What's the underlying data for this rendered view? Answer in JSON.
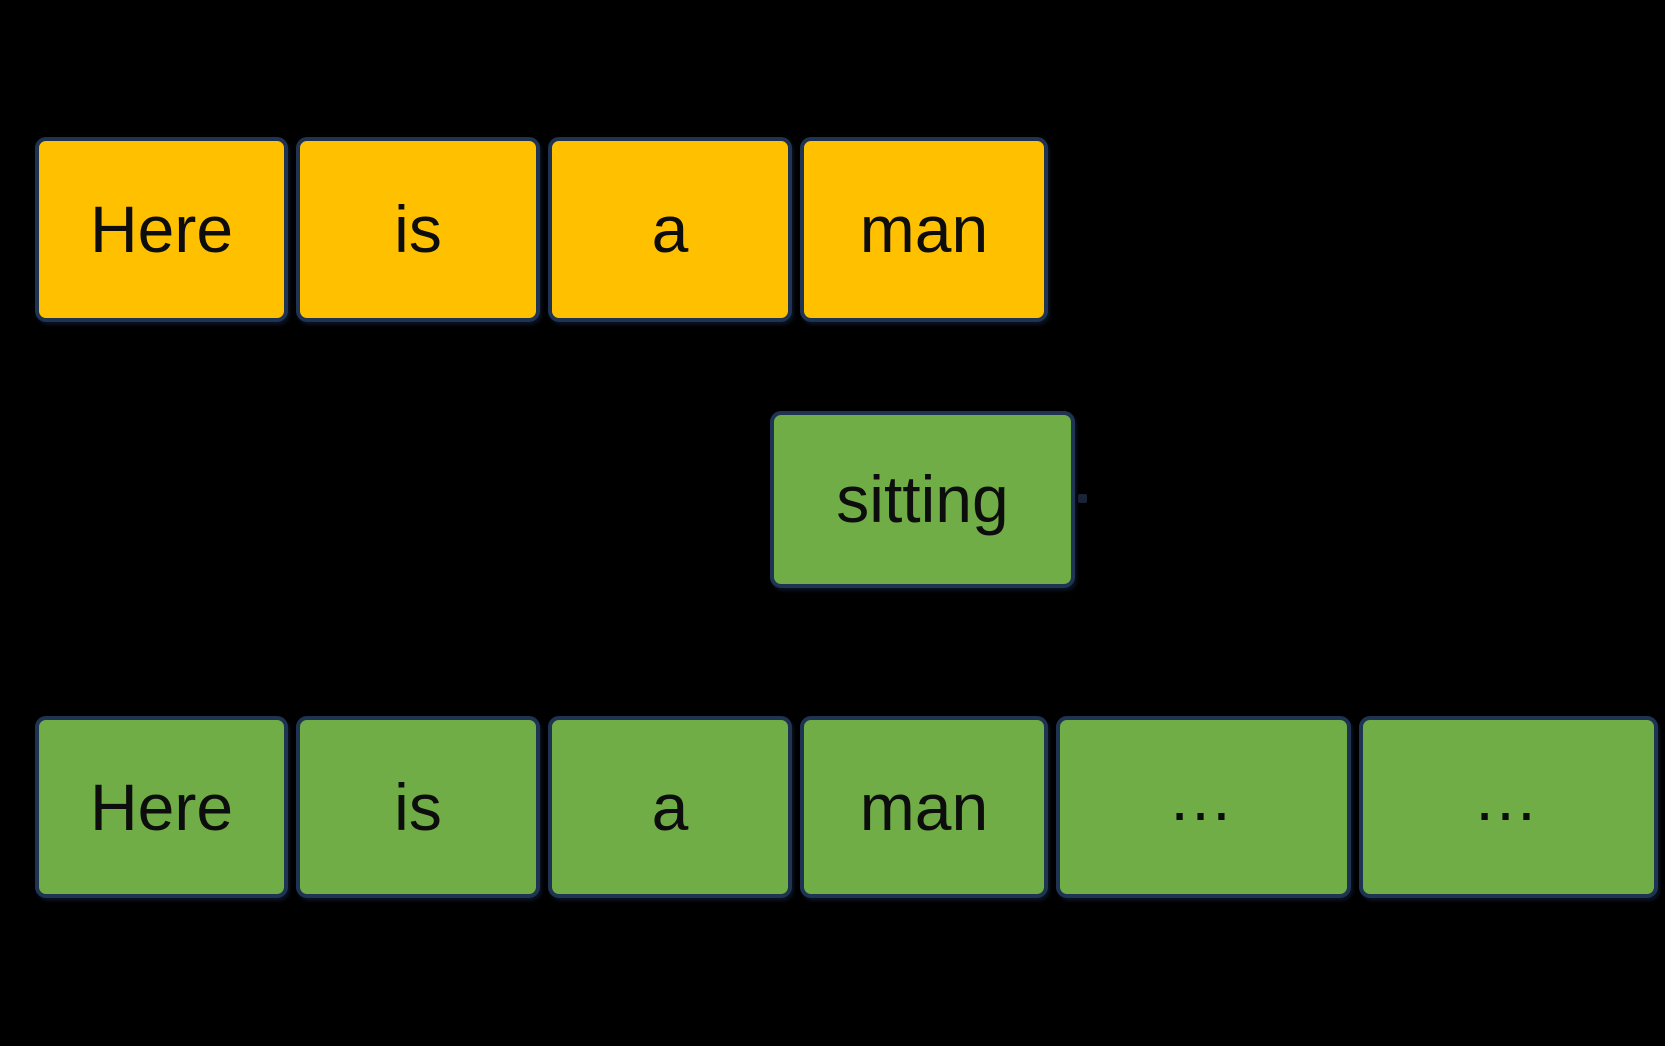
{
  "colors": {
    "background": "#000000",
    "token_yellow": "#FFC000",
    "token_green": "#70AD47",
    "outline": "#1E3452",
    "text": "#0D0D0D",
    "stub": "#1A2436"
  },
  "input_sequence": {
    "tokens": [
      "Here",
      "is",
      "a",
      "man"
    ]
  },
  "predicted_token": {
    "label": "sitting"
  },
  "output_sequence": {
    "tokens": [
      "Here",
      "is",
      "a",
      "man",
      "…",
      "…"
    ]
  }
}
